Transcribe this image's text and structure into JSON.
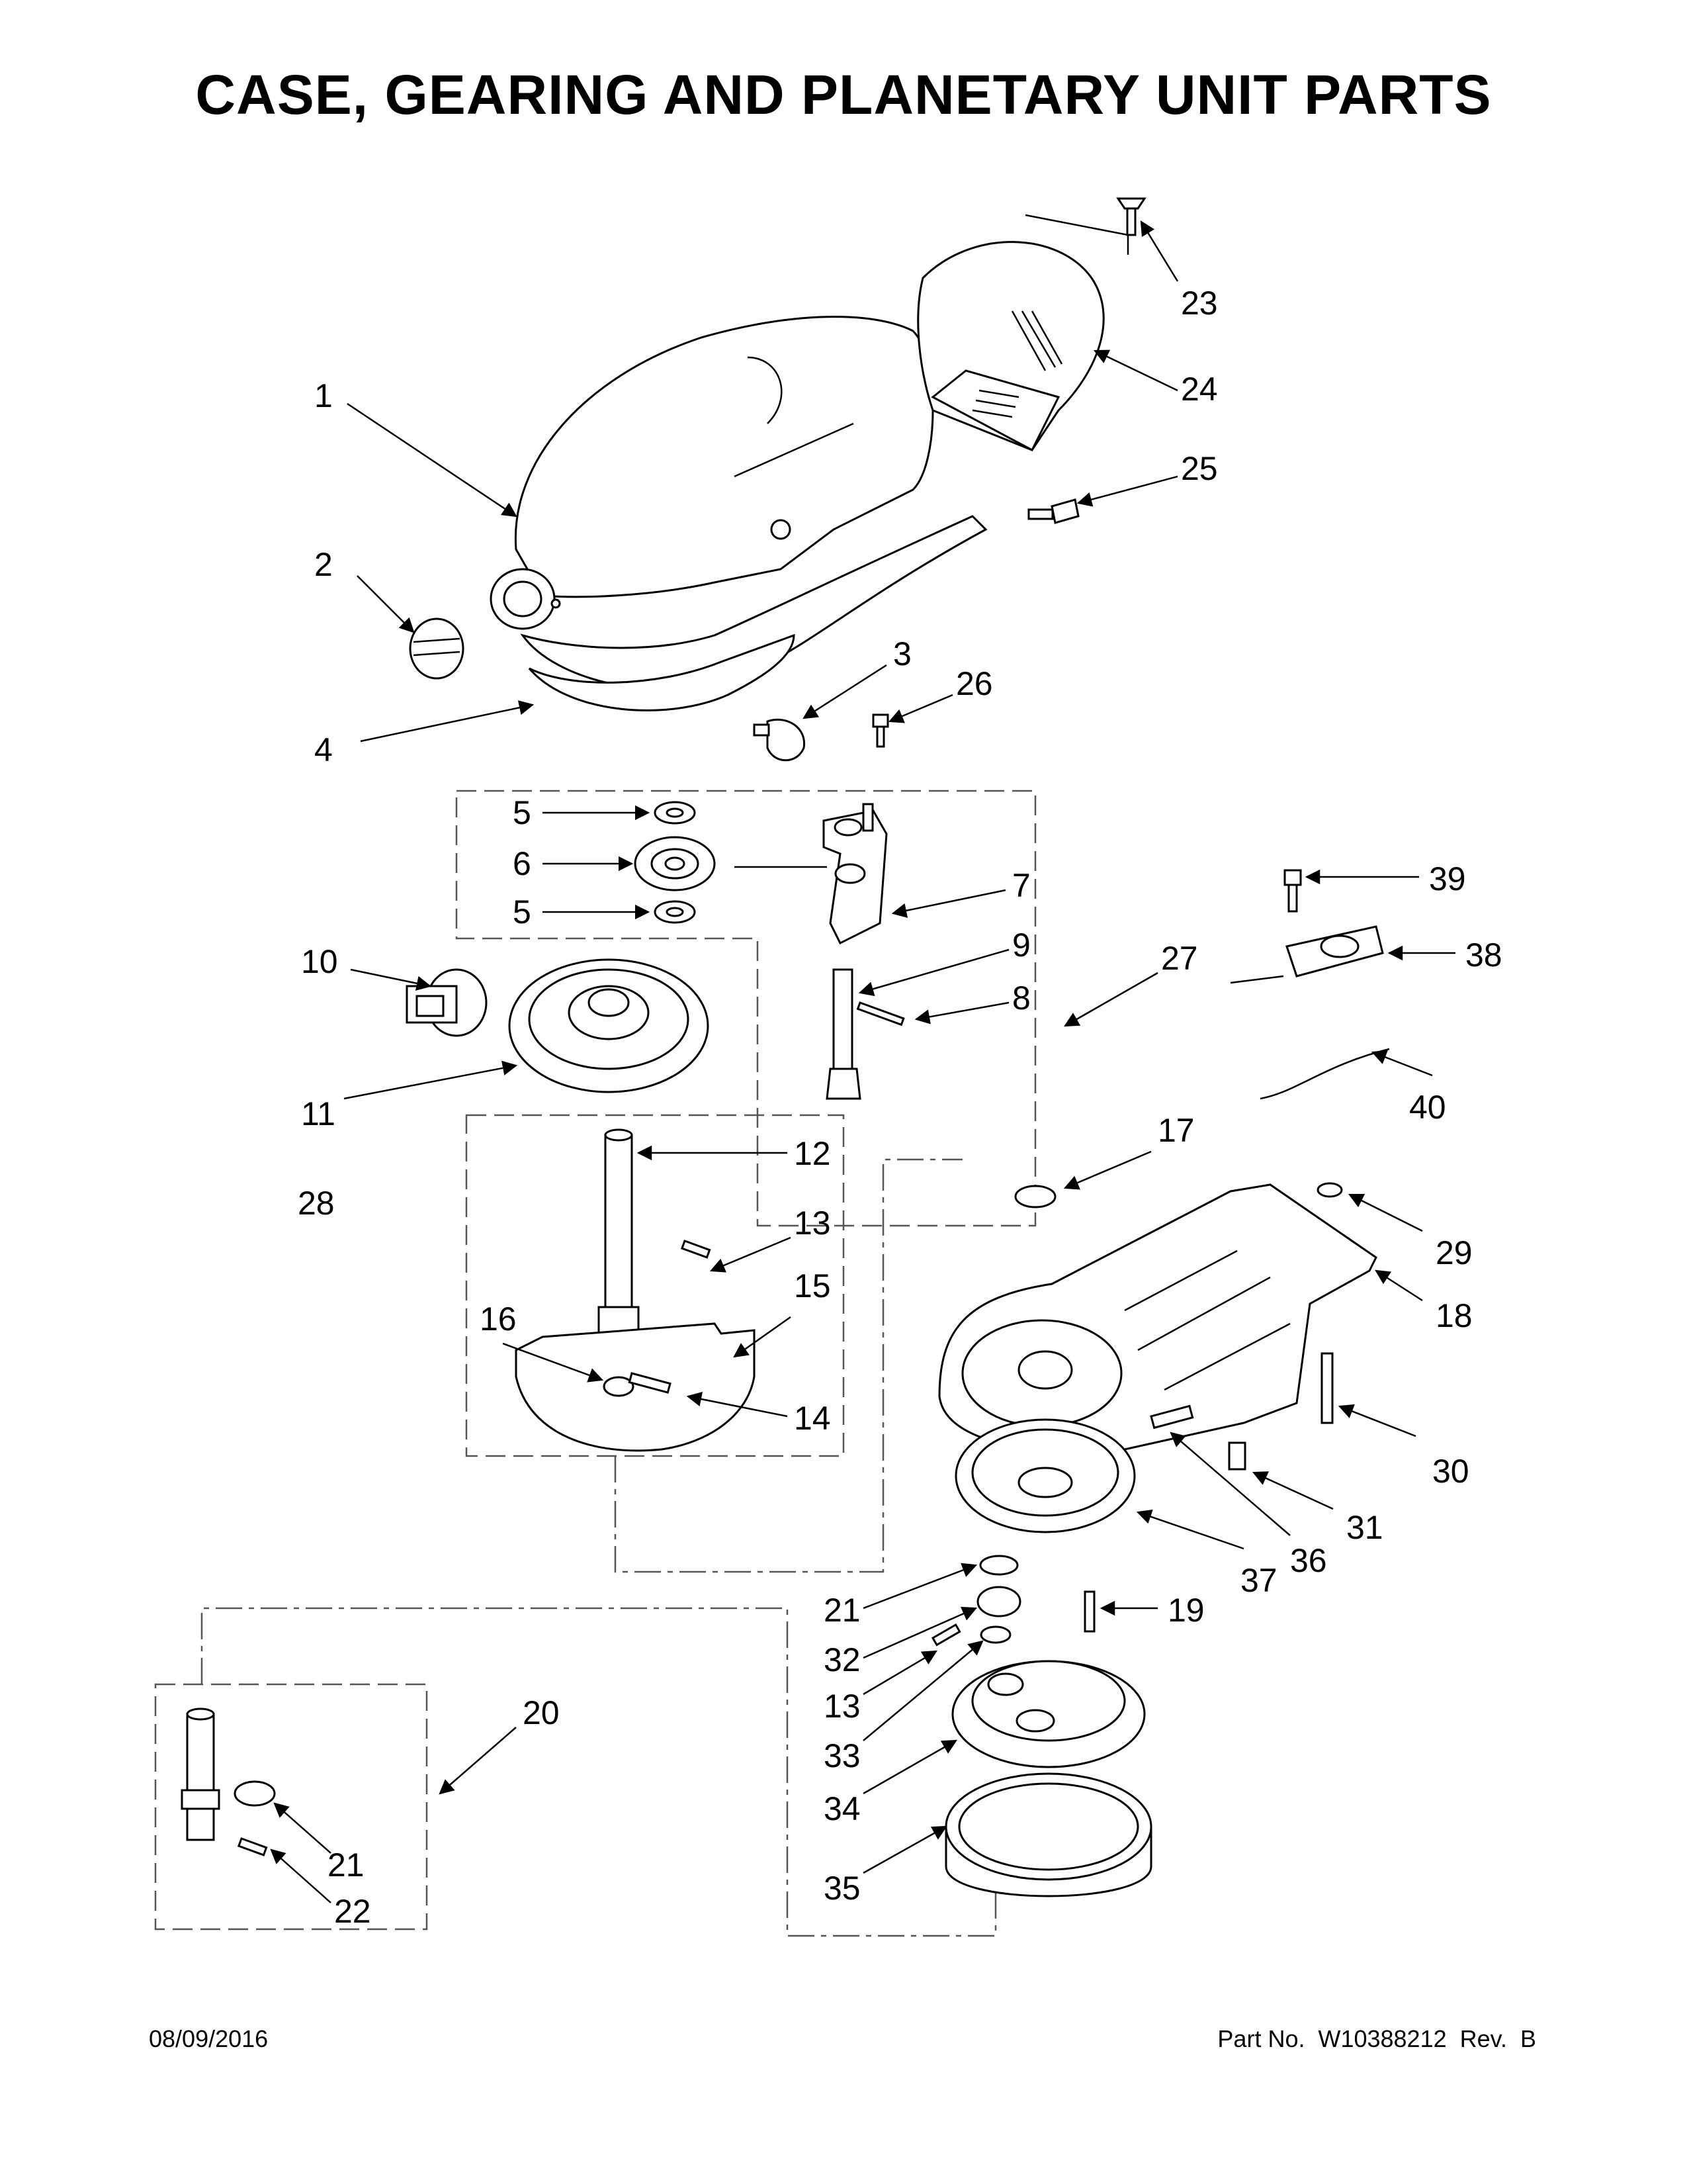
{
  "title": "CASE, GEARING AND PLANETARY UNIT PARTS",
  "footer": {
    "date": "08/09/2016",
    "part_number": "Part No.  W10388212  Rev.  B"
  },
  "callouts": [
    "1",
    "2",
    "3",
    "4",
    "5",
    "6",
    "5",
    "7",
    "8",
    "9",
    "10",
    "11",
    "12",
    "13",
    "14",
    "15",
    "16",
    "17",
    "18",
    "19",
    "20",
    "21",
    "21",
    "22",
    "23",
    "24",
    "25",
    "26",
    "27",
    "28",
    "29",
    "30",
    "31",
    "32",
    "13",
    "33",
    "34",
    "35",
    "36",
    "37",
    "38",
    "39",
    "40"
  ]
}
